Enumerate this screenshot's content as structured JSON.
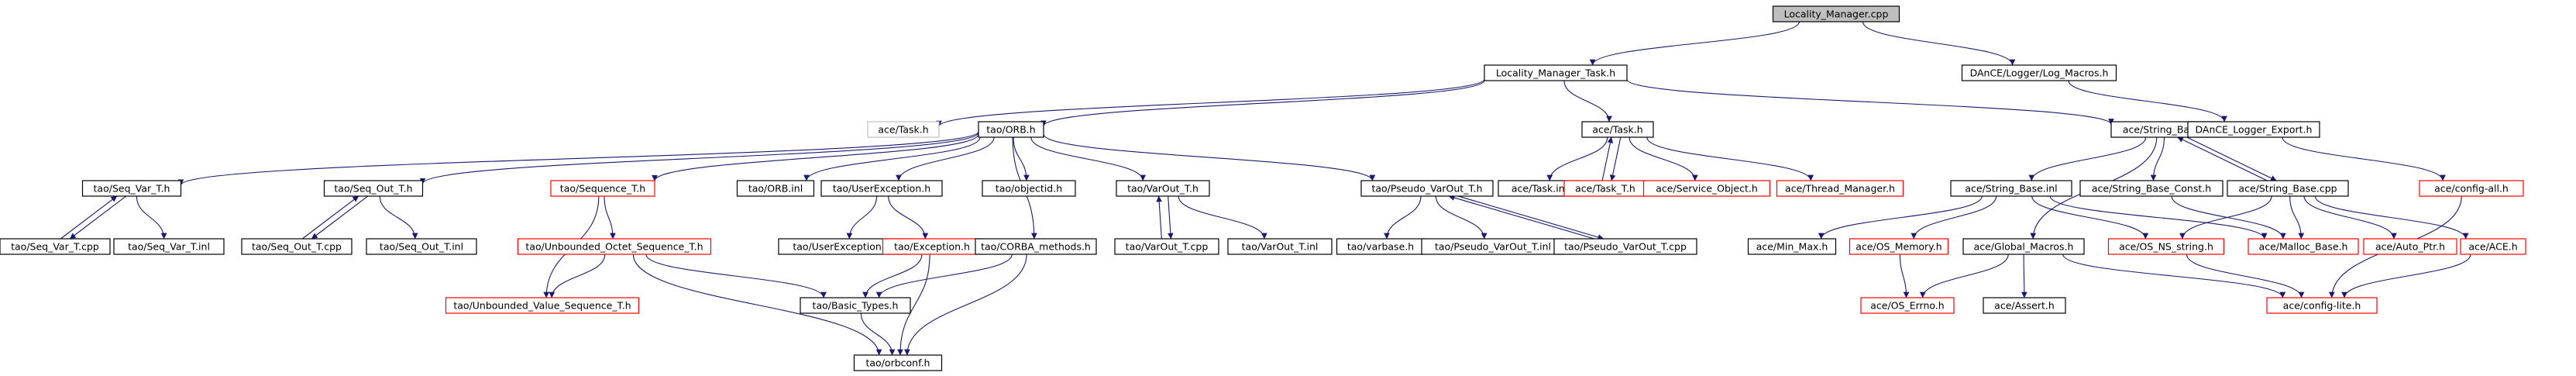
{
  "colors": {
    "edge": "#191970",
    "node_normal": "#000000",
    "node_missing": "#ff0000",
    "node_external": "#bfbfbf",
    "root_fill": "#bfbfbf",
    "background": "#ffffff"
  },
  "nodes": [
    {
      "id": "root",
      "label": "Locality_Manager.cpp",
      "style": "root"
    },
    {
      "id": "lmt",
      "label": "Locality_Manager_Task.h",
      "style": "normal"
    },
    {
      "id": "logm",
      "label": "DAnCE/Logger/Log_Macros.h",
      "style": "normal"
    },
    {
      "id": "acetask",
      "label": "ace/Task.h",
      "style": "external"
    },
    {
      "id": "orb",
      "label": "tao/ORB.h",
      "style": "normal"
    },
    {
      "id": "acetask2",
      "label": "ace/Task.h",
      "style": "normal"
    },
    {
      "id": "strbase",
      "label": "ace/String_Base.h",
      "style": "normal"
    },
    {
      "id": "dlexp",
      "label": "DAnCE_Logger_Export.h",
      "style": "normal"
    },
    {
      "id": "seqvar",
      "label": "tao/Seq_Var_T.h",
      "style": "normal"
    },
    {
      "id": "seqout",
      "label": "tao/Seq_Out_T.h",
      "style": "normal"
    },
    {
      "id": "sequence",
      "label": "tao/Sequence_T.h",
      "style": "missing"
    },
    {
      "id": "orbinl",
      "label": "tao/ORB.inl",
      "style": "normal"
    },
    {
      "id": "userexc",
      "label": "tao/UserException.h",
      "style": "normal"
    },
    {
      "id": "objectid",
      "label": "tao/objectid.h",
      "style": "normal"
    },
    {
      "id": "varout",
      "label": "tao/VarOut_T.h",
      "style": "normal"
    },
    {
      "id": "pvarout",
      "label": "tao/Pseudo_VarOut_T.h",
      "style": "normal"
    },
    {
      "id": "taskinl",
      "label": "ace/Task.inl",
      "style": "normal"
    },
    {
      "id": "taskt",
      "label": "ace/Task_T.h",
      "style": "missing"
    },
    {
      "id": "svcobj",
      "label": "ace/Service_Object.h",
      "style": "missing"
    },
    {
      "id": "thrmgr",
      "label": "ace/Thread_Manager.h",
      "style": "missing"
    },
    {
      "id": "strbaseinl",
      "label": "ace/String_Base.inl",
      "style": "normal"
    },
    {
      "id": "strbconst",
      "label": "ace/String_Base_Const.h",
      "style": "normal"
    },
    {
      "id": "strbcpp",
      "label": "ace/String_Base.cpp",
      "style": "normal"
    },
    {
      "id": "configall",
      "label": "ace/config-all.h",
      "style": "missing"
    },
    {
      "id": "seqvarcpp",
      "label": "tao/Seq_Var_T.cpp",
      "style": "normal"
    },
    {
      "id": "seqvarinl",
      "label": "tao/Seq_Var_T.inl",
      "style": "normal"
    },
    {
      "id": "seqoutcpp",
      "label": "tao/Seq_Out_T.cpp",
      "style": "normal"
    },
    {
      "id": "seqoutinl",
      "label": "tao/Seq_Out_T.inl",
      "style": "normal"
    },
    {
      "id": "unboct",
      "label": "tao/Unbounded_Octet_Sequence_T.h",
      "style": "missing"
    },
    {
      "id": "userexcinl",
      "label": "tao/UserException.inl",
      "style": "normal"
    },
    {
      "id": "exception",
      "label": "tao/Exception.h",
      "style": "missing"
    },
    {
      "id": "corbam",
      "label": "tao/CORBA_methods.h",
      "style": "normal"
    },
    {
      "id": "varoutcpp",
      "label": "tao/VarOut_T.cpp",
      "style": "normal"
    },
    {
      "id": "varoutinl",
      "label": "tao/VarOut_T.inl",
      "style": "normal"
    },
    {
      "id": "varbase",
      "label": "tao/varbase.h",
      "style": "normal"
    },
    {
      "id": "pvaroutinl",
      "label": "tao/Pseudo_VarOut_T.inl",
      "style": "normal"
    },
    {
      "id": "pvaroutcpp",
      "label": "tao/Pseudo_VarOut_T.cpp",
      "style": "normal"
    },
    {
      "id": "minmax",
      "label": "ace/Min_Max.h",
      "style": "normal"
    },
    {
      "id": "osmem",
      "label": "ace/OS_Memory.h",
      "style": "missing"
    },
    {
      "id": "globmac",
      "label": "ace/Global_Macros.h",
      "style": "normal"
    },
    {
      "id": "osns",
      "label": "ace/OS_NS_string.h",
      "style": "missing"
    },
    {
      "id": "mallocb",
      "label": "ace/Malloc_Base.h",
      "style": "missing"
    },
    {
      "id": "autoptr",
      "label": "ace/Auto_Ptr.h",
      "style": "missing"
    },
    {
      "id": "ace",
      "label": "ace/ACE.h",
      "style": "missing"
    },
    {
      "id": "unbval",
      "label": "tao/Unbounded_Value_Sequence_T.h",
      "style": "missing"
    },
    {
      "id": "basict",
      "label": "tao/Basic_Types.h",
      "style": "normal"
    },
    {
      "id": "oserrno",
      "label": "ace/OS_Errno.h",
      "style": "missing"
    },
    {
      "id": "aceassert",
      "label": "ace/Assert.h",
      "style": "normal"
    },
    {
      "id": "configlite",
      "label": "ace/config-lite.h",
      "style": "missing"
    },
    {
      "id": "orbconf",
      "label": "tao/orbconf.h",
      "style": "normal"
    }
  ],
  "edges": [
    [
      "root",
      "lmt"
    ],
    [
      "root",
      "logm"
    ],
    [
      "lmt",
      "acetask"
    ],
    [
      "lmt",
      "orb"
    ],
    [
      "lmt",
      "acetask2"
    ],
    [
      "lmt",
      "strbase"
    ],
    [
      "logm",
      "dlexp"
    ],
    [
      "dlexp",
      "configall"
    ],
    [
      "configall",
      "configlite"
    ],
    [
      "orb",
      "seqvar"
    ],
    [
      "orb",
      "seqout"
    ],
    [
      "orb",
      "sequence"
    ],
    [
      "orb",
      "orbinl"
    ],
    [
      "orb",
      "userexc"
    ],
    [
      "orb",
      "objectid"
    ],
    [
      "orb",
      "varout"
    ],
    [
      "orb",
      "pvarout"
    ],
    [
      "orb",
      "corbam"
    ],
    [
      "seqvar",
      "seqvarcpp"
    ],
    [
      "seqvarcpp",
      "seqvar"
    ],
    [
      "seqvar",
      "seqvarinl"
    ],
    [
      "seqout",
      "seqoutcpp"
    ],
    [
      "seqoutcpp",
      "seqout"
    ],
    [
      "seqout",
      "seqoutinl"
    ],
    [
      "sequence",
      "unboct"
    ],
    [
      "sequence",
      "unbval"
    ],
    [
      "unboct",
      "unbval"
    ],
    [
      "unboct",
      "basict"
    ],
    [
      "unboct",
      "orbconf"
    ],
    [
      "userexc",
      "userexcinl"
    ],
    [
      "userexc",
      "exception"
    ],
    [
      "exception",
      "basict"
    ],
    [
      "exception",
      "orbconf"
    ],
    [
      "corbam",
      "basict"
    ],
    [
      "corbam",
      "orbconf"
    ],
    [
      "basict",
      "orbconf"
    ],
    [
      "varout",
      "varoutcpp"
    ],
    [
      "varoutcpp",
      "varout"
    ],
    [
      "varout",
      "varoutinl"
    ],
    [
      "pvarout",
      "varbase"
    ],
    [
      "pvarout",
      "pvaroutinl"
    ],
    [
      "pvarout",
      "pvaroutcpp"
    ],
    [
      "pvaroutcpp",
      "pvarout"
    ],
    [
      "acetask2",
      "taskinl"
    ],
    [
      "acetask2",
      "taskt"
    ],
    [
      "taskt",
      "acetask2"
    ],
    [
      "acetask2",
      "svcobj"
    ],
    [
      "acetask2",
      "thrmgr"
    ],
    [
      "strbase",
      "strbaseinl"
    ],
    [
      "strbase",
      "strbconst"
    ],
    [
      "strbase",
      "strbcpp"
    ],
    [
      "strbcpp",
      "strbase"
    ],
    [
      "strbase",
      "globmac"
    ],
    [
      "strbaseinl",
      "minmax"
    ],
    [
      "strbaseinl",
      "osmem"
    ],
    [
      "strbaseinl",
      "osns"
    ],
    [
      "strbaseinl",
      "mallocb"
    ],
    [
      "strbconst",
      "mallocb"
    ],
    [
      "strbcpp",
      "osns"
    ],
    [
      "strbcpp",
      "mallocb"
    ],
    [
      "strbcpp",
      "autoptr"
    ],
    [
      "strbcpp",
      "ace"
    ],
    [
      "osmem",
      "oserrno"
    ],
    [
      "globmac",
      "oserrno"
    ],
    [
      "globmac",
      "aceassert"
    ],
    [
      "globmac",
      "configlite"
    ],
    [
      "osns",
      "configlite"
    ],
    [
      "ace",
      "configlite"
    ]
  ]
}
